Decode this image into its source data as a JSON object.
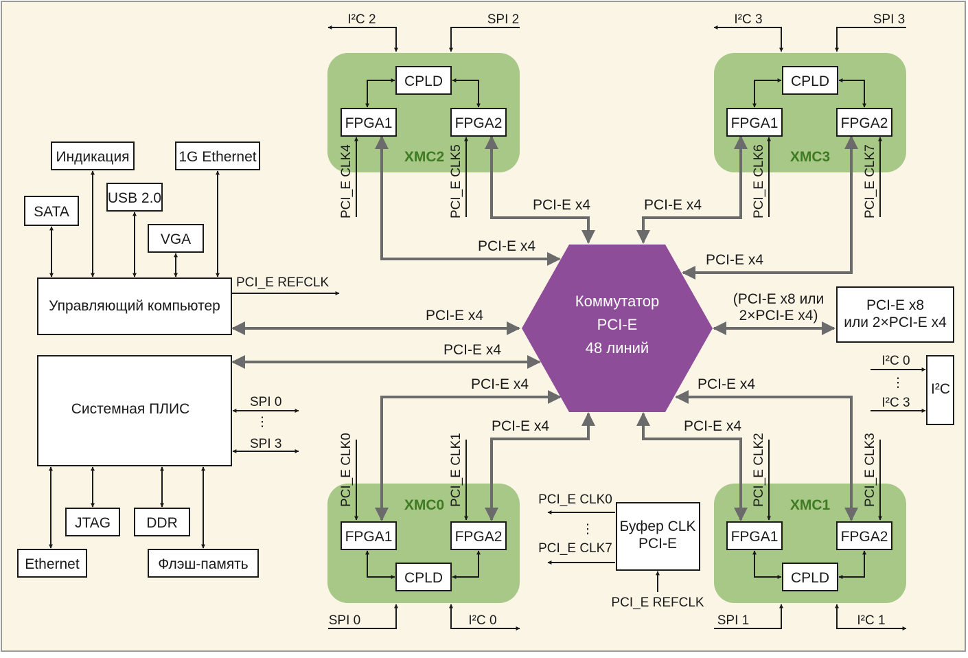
{
  "colors": {
    "background": "#fbf5e6",
    "xmc_panel": "#a8c888",
    "switch_fill": "#8e4d98",
    "bus_line": "#6b6b6b",
    "xmc_label": "#3e7b22"
  },
  "switch": {
    "line1": "Коммутатор",
    "line2": "PCI-E",
    "line3": "48 линий"
  },
  "host": {
    "computer": "Управляющий компьютер",
    "sata": "SATA",
    "indication": "Индикация",
    "usb": "USB 2.0",
    "vga": "VGA",
    "gbe": "1G Ethernet",
    "refclk_out": "PCI_E REFCLK"
  },
  "system_fpga": {
    "title": "Системная ПЛИС",
    "jtag": "JTAG",
    "ddr": "DDR",
    "ethernet": "Ethernet",
    "flash": "Флэш-память",
    "spi0": "SPI 0",
    "spi3": "SPI 3",
    "dots": "⋮"
  },
  "xmc": [
    {
      "name": "XMC0",
      "cpld": "CPLD",
      "fpga1": "FPGA1",
      "fpga2": "FPGA2",
      "clk_a": "PCI_E CLK0",
      "clk_b": "PCI_E CLK1",
      "spi": "SPI 0",
      "i2c": "I²C 0"
    },
    {
      "name": "XMC1",
      "cpld": "CPLD",
      "fpga1": "FPGA1",
      "fpga2": "FPGA2",
      "clk_a": "PCI_E CLK2",
      "clk_b": "PCI_E CLK3",
      "spi": "SPI 1",
      "i2c": "I²C 1"
    },
    {
      "name": "XMC2",
      "cpld": "CPLD",
      "fpga1": "FPGA1",
      "fpga2": "FPGA2",
      "clk_a": "PCI_E CLK4",
      "clk_b": "PCI_E CLK5",
      "spi": "SPI 2",
      "i2c": "I²C 2"
    },
    {
      "name": "XMC3",
      "cpld": "CPLD",
      "fpga1": "FPGA1",
      "fpga2": "FPGA2",
      "clk_a": "PCI_E CLK6",
      "clk_b": "PCI_E CLK7",
      "spi": "SPI 3",
      "i2c": "I²C 3"
    }
  ],
  "links": {
    "x4": "PCI-E x4",
    "ext_note_line1": "(PCI-E x8 или",
    "ext_note_line2": "2×PCI-E x4)"
  },
  "ext_box": {
    "line1": "PCI-E x8",
    "line2": "или 2×PCI-E x4"
  },
  "i2c_block": {
    "label": "I²C",
    "in0": "I²C 0",
    "in3": "I²C 3",
    "dots": "⋮"
  },
  "clk_buffer": {
    "line1": "Буфер CLK",
    "line2": "PCI-E",
    "out0": "PCI_E CLK0",
    "out7": "PCI_E CLK7",
    "in": "PCI_E REFCLK",
    "dots": "⋮"
  }
}
